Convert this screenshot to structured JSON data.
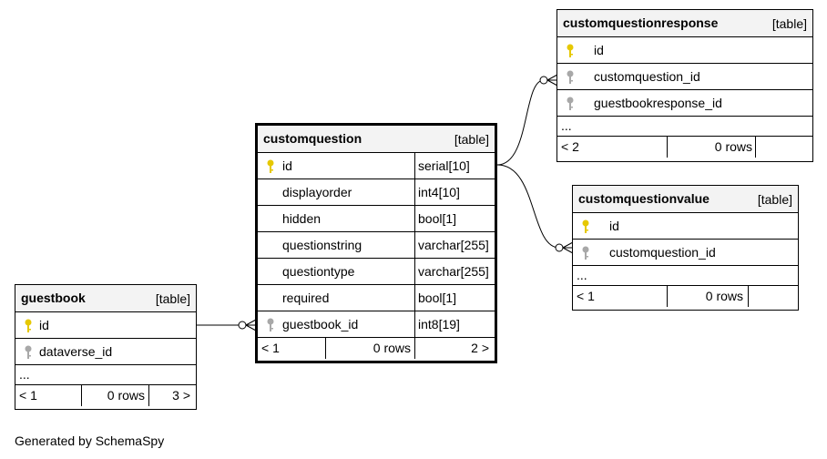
{
  "tables": {
    "customquestionresponse": {
      "name": "customquestionresponse",
      "kind": "[table]",
      "columns": [
        {
          "name": "id",
          "key": "primary"
        },
        {
          "name": "customquestion_id",
          "key": "foreign"
        },
        {
          "name": "guestbookresponse_id",
          "key": "foreign"
        }
      ],
      "ellipsis": "...",
      "footer": {
        "left": "< 2",
        "middle": "0 rows",
        "right": ""
      }
    },
    "customquestion": {
      "name": "customquestion",
      "kind": "[table]",
      "columns": [
        {
          "name": "id",
          "type": "serial[10]",
          "key": "primary"
        },
        {
          "name": "displayorder",
          "type": "int4[10]",
          "key": ""
        },
        {
          "name": "hidden",
          "type": "bool[1]",
          "key": ""
        },
        {
          "name": "questionstring",
          "type": "varchar[255]",
          "key": ""
        },
        {
          "name": "questiontype",
          "type": "varchar[255]",
          "key": ""
        },
        {
          "name": "required",
          "type": "bool[1]",
          "key": ""
        },
        {
          "name": "guestbook_id",
          "type": "int8[19]",
          "key": "foreign"
        }
      ],
      "footer": {
        "left": "< 1",
        "middle": "0 rows",
        "right": "2 >"
      }
    },
    "customquestionvalue": {
      "name": "customquestionvalue",
      "kind": "[table]",
      "columns": [
        {
          "name": "id",
          "key": "primary"
        },
        {
          "name": "customquestion_id",
          "key": "foreign"
        }
      ],
      "ellipsis": "...",
      "footer": {
        "left": "< 1",
        "middle": "0 rows",
        "right": ""
      }
    },
    "guestbook": {
      "name": "guestbook",
      "kind": "[table]",
      "columns": [
        {
          "name": "id",
          "key": "primary"
        },
        {
          "name": "dataverse_id",
          "key": "foreign"
        }
      ],
      "ellipsis": "...",
      "footer": {
        "left": "< 1",
        "middle": "0 rows",
        "right": "3 >"
      }
    }
  },
  "relationships": [
    {
      "from": "customquestion.id",
      "to": "customquestionresponse.customquestion_id"
    },
    {
      "from": "customquestion.id",
      "to": "customquestionvalue.customquestion_id"
    },
    {
      "from": "guestbook.id",
      "to": "customquestion.guestbook_id"
    }
  ],
  "colors": {
    "primary_key": "#e6c800",
    "foreign_key": "#a8a8a8",
    "header_bg": "#f3f3f3"
  },
  "icons": {
    "primary_key": "key-icon",
    "foreign_key": "key-icon"
  },
  "footer_note": "Generated by SchemaSpy"
}
